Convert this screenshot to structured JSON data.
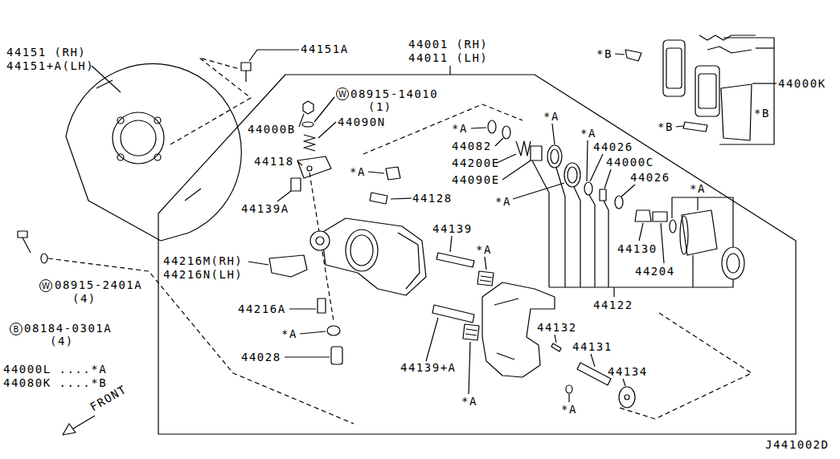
{
  "diagram": {
    "nodes": [
      {
        "text": [
          "W"
        ]
      },
      {
        "text": [
          "W"
        ]
      },
      {
        "text": [
          "B"
        ]
      }
    ],
    "labels": [
      "44151 (RH)",
      "44151+A(LH)",
      "44151A",
      "44001 (RH)",
      "44011 (LH)",
      "08915-14010",
      "(1)",
      "44000B",
      "44090N",
      "44118",
      "44139A",
      "*A",
      "44082",
      "44200E",
      "44090E",
      "*A",
      "*A",
      "44026",
      "44000C",
      "44026",
      "*A",
      "44128",
      "*A",
      "*A",
      "44139",
      "*A",
      "44216M(RH)",
      "44216N(LH)",
      "44130",
      "44204",
      "44216A",
      "44122",
      "*A",
      "44132",
      "44131",
      "44134",
      "44028",
      "44139+A",
      "*A",
      "*A",
      "44000K",
      "*B",
      "*B",
      "*B",
      "08915-2401A",
      "(4)",
      "08184-0301A",
      "(4)",
      "44000L ....*A",
      "44080K ....*B",
      "FRONT",
      "J441002D"
    ]
  }
}
